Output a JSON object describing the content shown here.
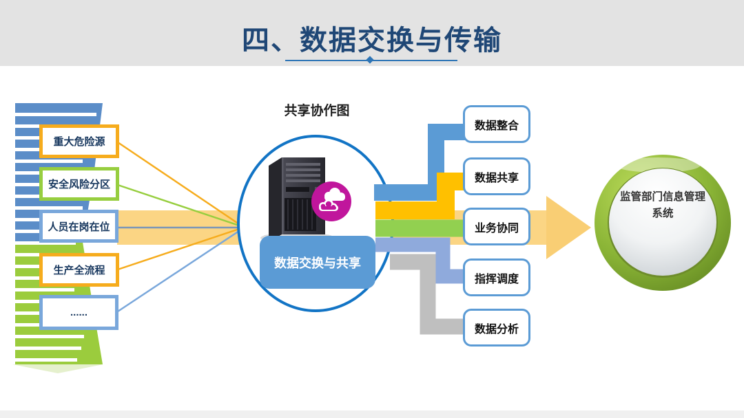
{
  "slide": {
    "header": {
      "title": "四、数据交换与传输"
    },
    "diagram": {
      "caption": "共享协作图",
      "hub_label": "数据交换与共享",
      "source_items": [
        {
          "label": "重大危险源",
          "accent": "#F6AC1D"
        },
        {
          "label": "安全风险分区",
          "accent": "#97CE3F"
        },
        {
          "label": "人员在岗在位",
          "accent": "#79A7DB"
        },
        {
          "label": "生产全流程",
          "accent": "#F6AC1D"
        },
        {
          "label": "......",
          "accent": "#79A7DB"
        }
      ],
      "function_items": [
        {
          "label": "数据整合",
          "connector": "#5B9BD5"
        },
        {
          "label": "数据共享",
          "connector": "#FFC000"
        },
        {
          "label": "业务协同",
          "connector": "#92D050"
        },
        {
          "label": "指挥调度",
          "connector": "#8FAADC"
        },
        {
          "label": "数据分析",
          "connector": "#BFBFBF"
        }
      ],
      "target": {
        "line1": "监管部门信息管理",
        "line2": "系统"
      }
    },
    "colors": {
      "header_bg": "#E3E3E3",
      "title": "#1F4776",
      "underline": "#2E75B6",
      "building_blue": "#5B8DC8",
      "building_green": "#9BCC3D",
      "hub_ring": "#1274C5",
      "hub_fill": "#5B9BD5",
      "beam": "#FBD584",
      "badge_magenta": "#C0169C",
      "target_ring_green": "#7BA32B"
    }
  }
}
